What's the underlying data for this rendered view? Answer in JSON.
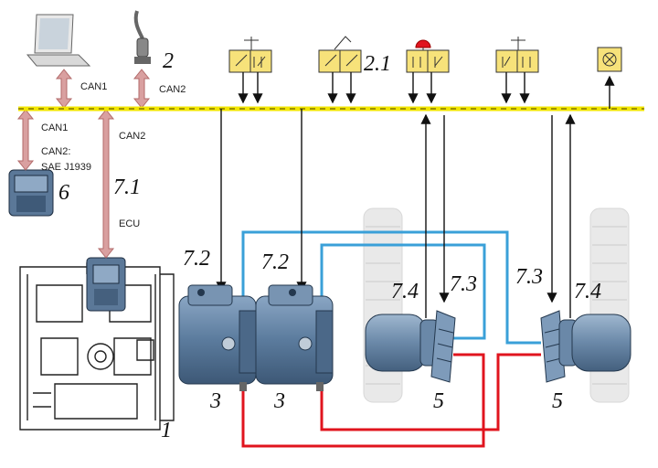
{
  "labels": {
    "can1_top": "CAN1",
    "can2_top": "CAN2",
    "can1_left": "CAN1",
    "can2_sae_line1": "CAN2:",
    "can2_sae_line2": "SAE J1939",
    "can2_mid": "CAN2",
    "ecu": "ECU"
  },
  "numbers": {
    "n2": "2",
    "n2_1": "2.1",
    "n6": "6",
    "n7_1": "7.1",
    "n7_2a": "7.2",
    "n7_2b": "7.2",
    "n7_4a": "7.4",
    "n7_3a": "7.3",
    "n7_3b": "7.3",
    "n7_4b": "7.4",
    "n3a": "3",
    "n3b": "3",
    "n5a": "5",
    "n5b": "5",
    "n1": "1"
  },
  "colors": {
    "bus": "#f2e600",
    "bus_dash": "#6b6000",
    "can_arrow": "#d9a0a0",
    "can_arrow_edge": "#b26a6a",
    "blue_line": "#3aa0d8",
    "red_line": "#e0141e",
    "pump": "#5e7ea0",
    "control_box": "#f7e27a"
  }
}
